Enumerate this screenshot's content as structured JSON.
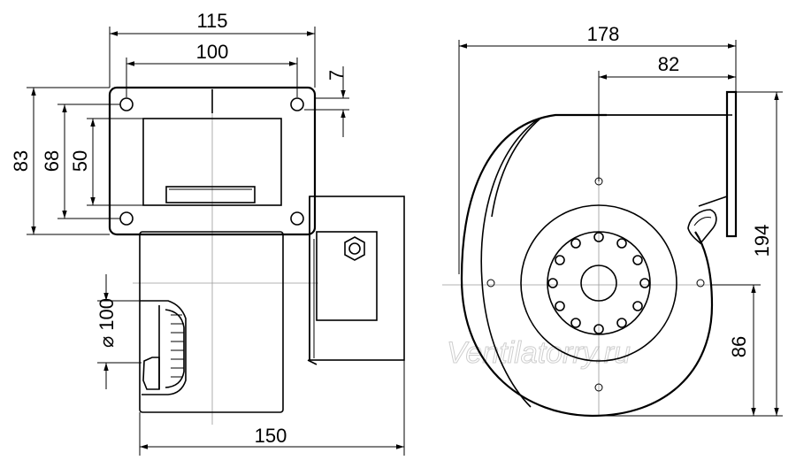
{
  "watermark": "Ventilatorry.ru",
  "dimensions": {
    "width_outer": "115",
    "width_inner": "100",
    "offset_small": "7",
    "height_outer": "83",
    "height_mid": "68",
    "height_inner": "50",
    "inlet_diameter": "⌀ 100",
    "depth_total": "150",
    "length_total": "178",
    "length_partial": "82",
    "height_total": "194",
    "height_partial": "86"
  }
}
